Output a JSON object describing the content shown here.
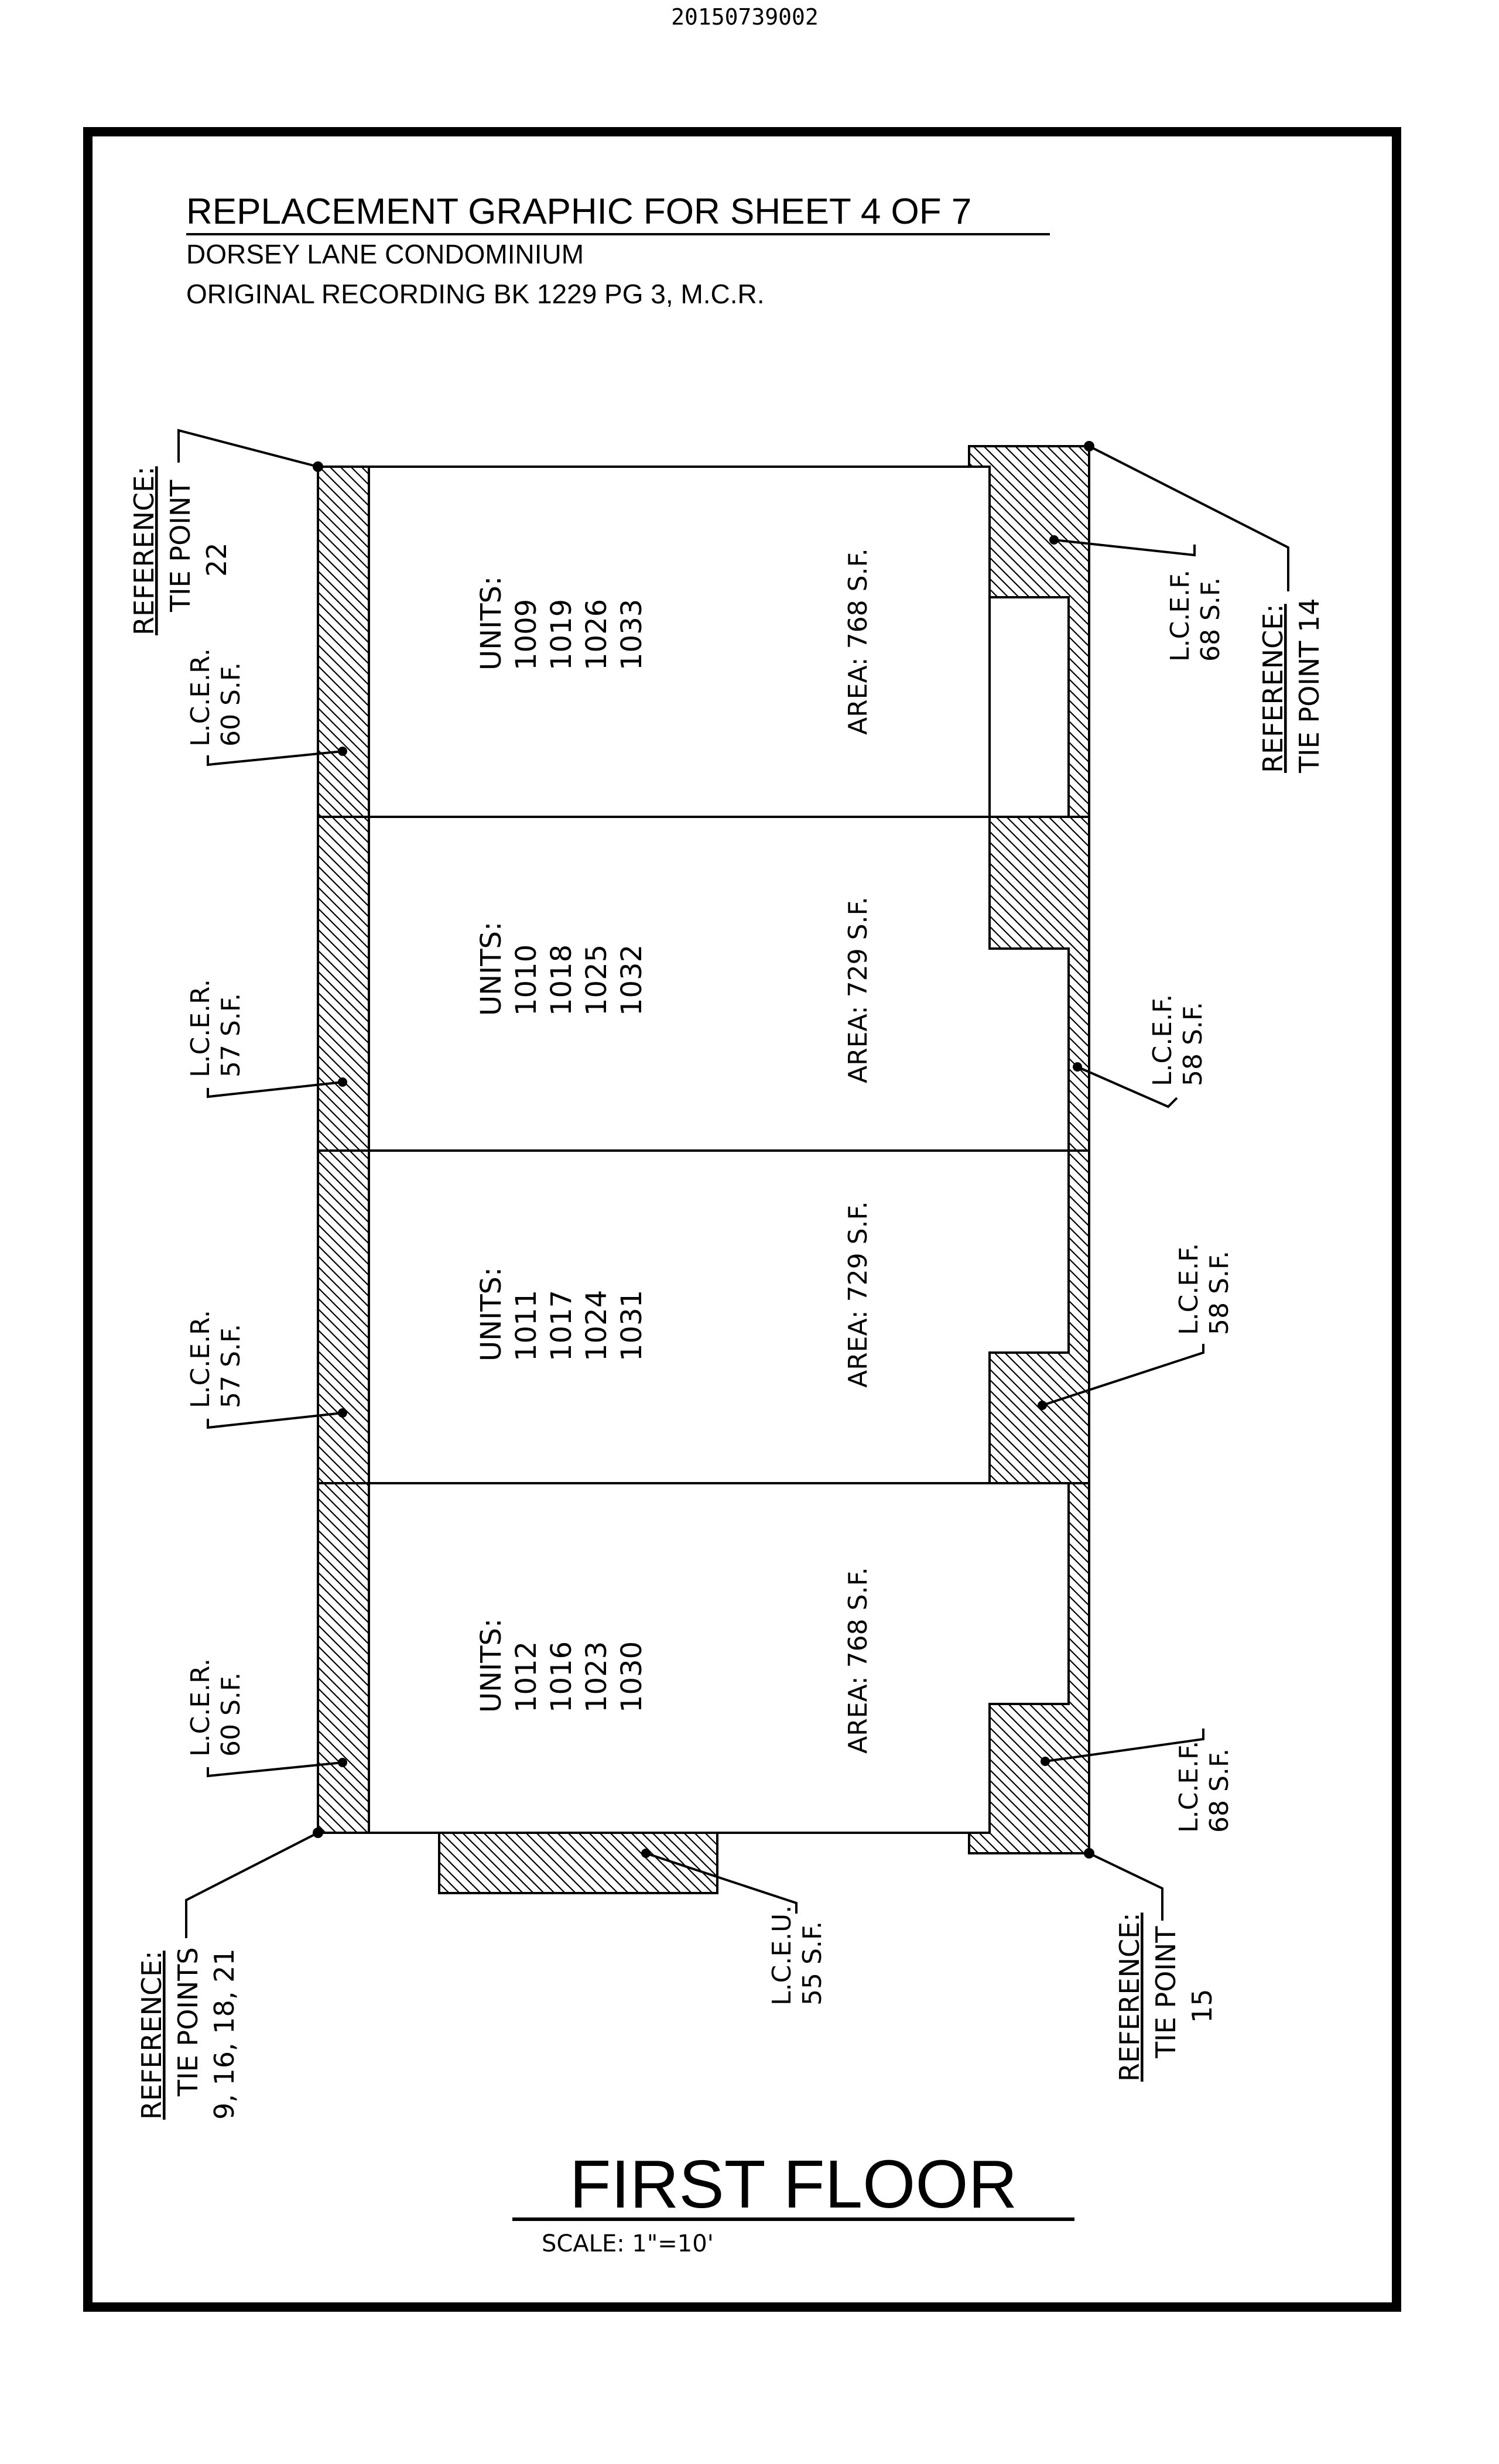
{
  "document_number": "20150739002",
  "header": {
    "title": "REPLACEMENT GRAPHIC FOR SHEET 4 OF 7",
    "subtitle": "DORSEY LANE CONDOMINIUM",
    "recording": "ORIGINAL RECORDING BK 1229 PG 3, M.C.R."
  },
  "units": [
    {
      "label": "UNITS:",
      "numbers": [
        "1009",
        "1019",
        "1026",
        "1033"
      ],
      "area": "AREA:  768  S.F."
    },
    {
      "label": "UNITS:",
      "numbers": [
        "1010",
        "1018",
        "1025",
        "1032"
      ],
      "area": "AREA:  729  S.F."
    },
    {
      "label": "UNITS:",
      "numbers": [
        "1011",
        "1017",
        "1024",
        "1031"
      ],
      "area": "AREA:  729  S.F."
    },
    {
      "label": "UNITS:",
      "numbers": [
        "1012",
        "1016",
        "1023",
        "1030"
      ],
      "area": "AREA:  768  S.F."
    }
  ],
  "lcer": [
    {
      "name": "L.C.E.R.",
      "area": "60  S.F."
    },
    {
      "name": "L.C.E.R.",
      "area": "57  S.F."
    },
    {
      "name": "L.C.E.R.",
      "area": "57  S.F."
    },
    {
      "name": "L.C.E.R.",
      "area": "60  S.F."
    }
  ],
  "lcef": [
    {
      "name": "L.C.E.F.",
      "area": "68  S.F."
    },
    {
      "name": "L.C.E.F.",
      "area": "58  S.F."
    },
    {
      "name": "L.C.E.F.",
      "area": "58  S.F."
    },
    {
      "name": "L.C.E.F.",
      "area": "68  S.F."
    }
  ],
  "lceu": {
    "name": "L.C.E.U.",
    "area": "55  S.F."
  },
  "references": {
    "tp22": {
      "label": "REFERENCE:",
      "line2": "TIE  POINT",
      "line3": "22"
    },
    "tp14": {
      "label": "REFERENCE:",
      "line2": "TIE  POINT  14"
    },
    "tp9": {
      "label": "REFERENCE:",
      "line2": "TIE  POINTS",
      "line3": "9,  16,  18,  21"
    },
    "tp15": {
      "label": "REFERENCE:",
      "line2": "TIE  POINT",
      "line3": "15"
    }
  },
  "floor_title": "FIRST FLOOR",
  "scale": "SCALE:  1\"=10'"
}
